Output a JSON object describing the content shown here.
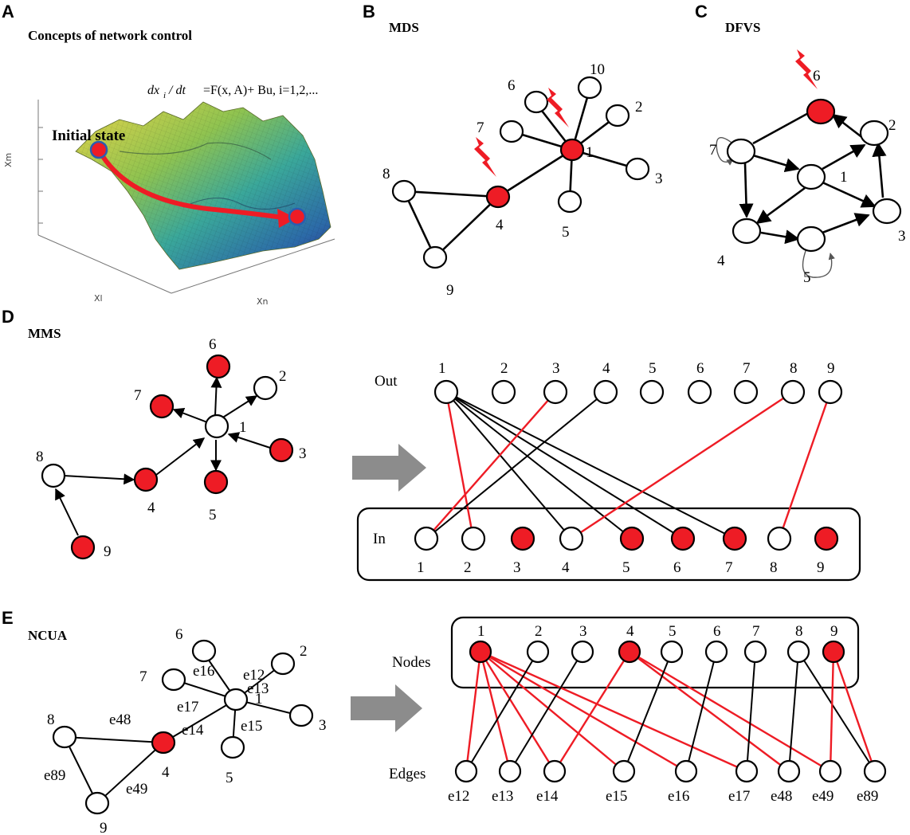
{
  "panels": {
    "A": {
      "letter": "A",
      "title": "Concepts of network control",
      "equation_lhs": "dx",
      "equation_sub": "i",
      "equation_den": " / dt",
      "equation_rhs": "=F(x, A)+ Bu,  i=1,2,...",
      "initial_state": "Initial state",
      "axis_xm": "Xm",
      "axis_xl": "Xl",
      "axis_xn": "Xn"
    },
    "B": {
      "letter": "B",
      "title": "MDS",
      "labels": [
        "1",
        "2",
        "3",
        "4",
        "5",
        "6",
        "7",
        "8",
        "9",
        "10"
      ]
    },
    "C": {
      "letter": "C",
      "title": "DFVS",
      "labels": [
        "1",
        "2",
        "3",
        "4",
        "5",
        "6",
        "7"
      ]
    },
    "D": {
      "letter": "D",
      "title": "MMS",
      "graph_labels": [
        "1",
        "2",
        "3",
        "4",
        "5",
        "6",
        "7",
        "8",
        "9"
      ],
      "row_out_label": "Out",
      "row_in_label": "In",
      "out_labels": [
        "1",
        "2",
        "3",
        "4",
        "5",
        "6",
        "7",
        "8",
        "9"
      ],
      "in_labels": [
        "1",
        "2",
        "3",
        "4",
        "5",
        "6",
        "7",
        "8",
        "9"
      ],
      "in_red": [
        3,
        5,
        6,
        7,
        9
      ]
    },
    "E": {
      "letter": "E",
      "title": "NCUA",
      "graph_node_labels": [
        "1",
        "4",
        "5",
        "6",
        "7",
        "8",
        "9",
        "3",
        "2"
      ],
      "graph_edge_labels": [
        "e16",
        "e12",
        "e13",
        "e17",
        "e14",
        "e15",
        "e48",
        "e89",
        "e49"
      ],
      "row_nodes_label": "Nodes",
      "row_edges_label": "Edges",
      "node_labels": [
        "1",
        "2",
        "3",
        "4",
        "5",
        "6",
        "7",
        "8",
        "9"
      ],
      "node_red": [
        1,
        4,
        9
      ],
      "edge_labels": [
        "e12",
        "e13",
        "e14",
        "e15",
        "e16",
        "e17",
        "e48",
        "e49",
        "e89"
      ]
    }
  },
  "colors": {
    "red": "#ee1c25",
    "black": "#000000",
    "arrow_grey": "#8c8c8c"
  }
}
